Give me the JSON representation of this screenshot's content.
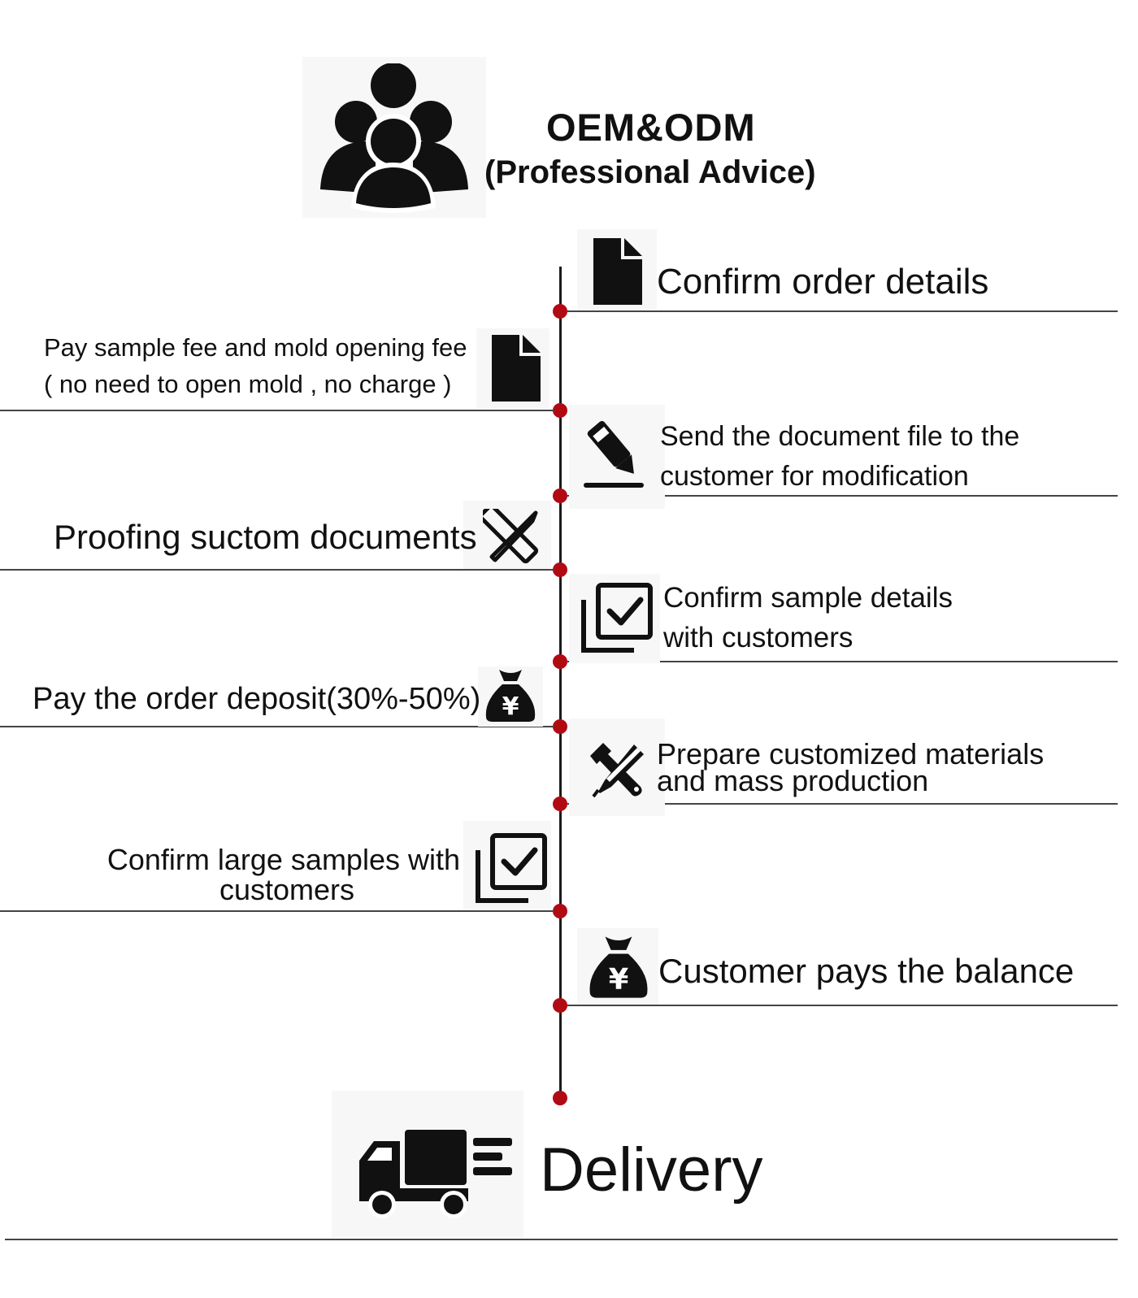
{
  "header": {
    "title": "OEM&ODM",
    "subtitle": "(Professional Advice)",
    "icon": "group-people-icon"
  },
  "steps": [
    {
      "text": "Confirm order details",
      "icon": "document-icon",
      "side": "right"
    },
    {
      "line1": "Pay sample fee and mold opening fee",
      "line2": "( no need to open mold , no charge )",
      "icon": "document-icon",
      "side": "left"
    },
    {
      "line1": "Send the document file to the",
      "line2": "customer for modification",
      "icon": "pen-edit-icon",
      "side": "right"
    },
    {
      "text": "Proofing suctom documents",
      "icon": "ruler-pencil-icon",
      "side": "left"
    },
    {
      "line1": "Confirm sample details",
      "line2": "with customers",
      "icon": "checkbox-copy-icon",
      "side": "right"
    },
    {
      "text": "Pay the order deposit(30%-50%)",
      "icon": "money-bag-icon",
      "side": "left"
    },
    {
      "line1": "Prepare customized materials",
      "line2": "and mass production",
      "icon": "tools-icon",
      "side": "right"
    },
    {
      "line1": "Confirm large samples with",
      "line2": "customers",
      "icon": "checkbox-copy-icon",
      "side": "left"
    },
    {
      "text": "Customer pays the balance",
      "icon": "money-bag-icon",
      "side": "right"
    }
  ],
  "footer": {
    "text": "Delivery",
    "icon": "delivery-truck-icon"
  },
  "colors": {
    "timeline": "#1a1a1a",
    "dot": "#b10a13",
    "text": "#111111",
    "icon": "#111111"
  }
}
